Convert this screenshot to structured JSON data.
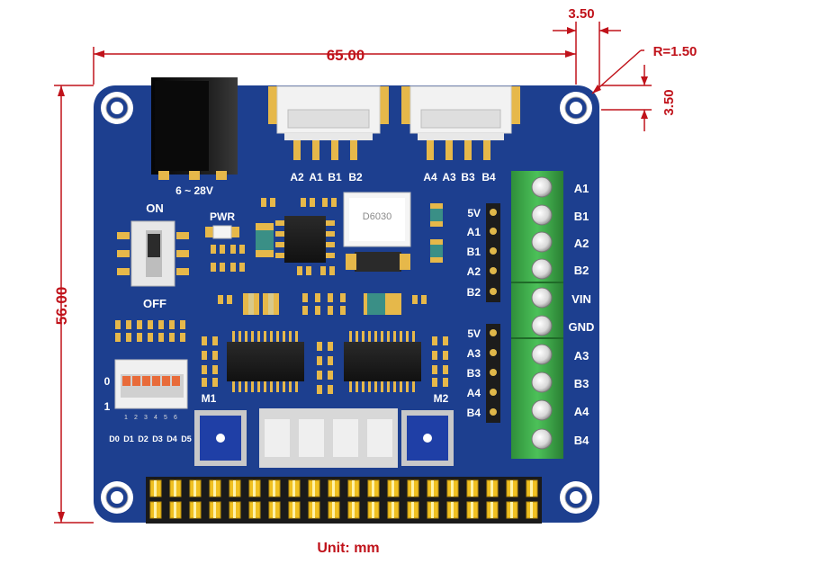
{
  "dimensions": {
    "width": "65.00",
    "height": "56.00",
    "hole_offset_x": "3.50",
    "hole_offset_y": "3.50",
    "hole_radius": "R=1.50",
    "unit": "Unit: mm"
  },
  "board": {
    "power_input": "6 ~ 28V",
    "switch_on": "ON",
    "switch_off": "OFF",
    "pwr_led": "PWR",
    "inductor_mark": "D6030",
    "dip_zero": "0",
    "dip_one": "1",
    "dip_bits": [
      "D0",
      "D1",
      "D2",
      "D3",
      "D4",
      "D5"
    ],
    "dip_numbers": [
      "1",
      "2",
      "3",
      "4",
      "5",
      "6"
    ],
    "motor1": "M1",
    "motor2": "M2",
    "connector_left_pins": [
      "A2",
      "A1",
      "B1",
      "B2"
    ],
    "connector_right_pins": [
      "A4",
      "A3",
      "B3",
      "B4"
    ],
    "header_top_pins": [
      "5V",
      "A1",
      "B1",
      "A2",
      "B2"
    ],
    "header_bottom_pins": [
      "5V",
      "A3",
      "B3",
      "A4",
      "B4"
    ],
    "terminal_labels": [
      "A1",
      "B1",
      "A2",
      "B2",
      "VIN",
      "GND",
      "A3",
      "B3",
      "A4",
      "B4"
    ]
  },
  "colors": {
    "pcb": "#1d3f8f",
    "dimension": "#c0121a",
    "terminal": "#3aa845",
    "pad": "#e6b84a",
    "header_pin": "#f0c020"
  }
}
